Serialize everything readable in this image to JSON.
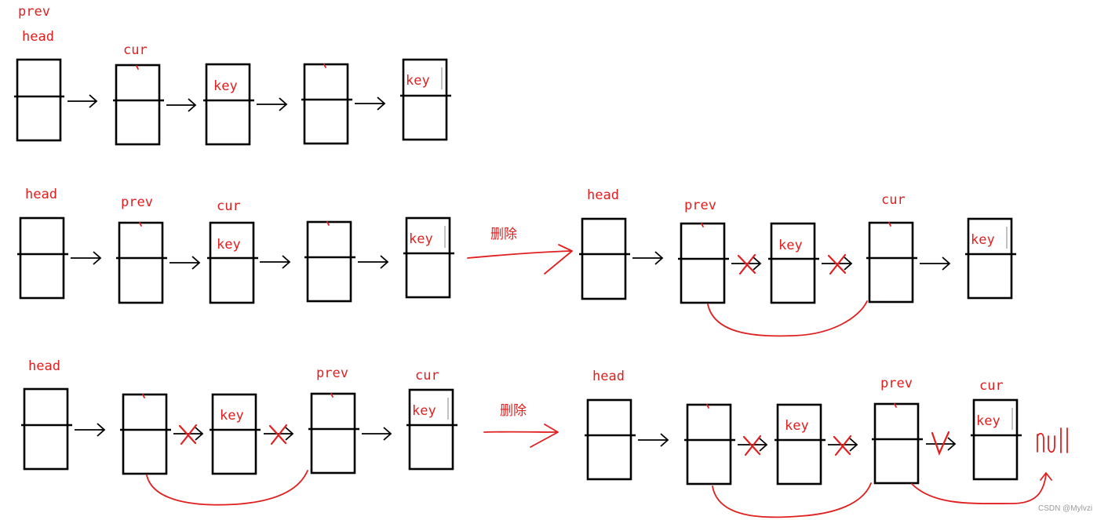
{
  "labels": {
    "head": "head",
    "prev": "prev",
    "cur": "cur",
    "key": "key",
    "delete": "删除",
    "null_text": "null"
  },
  "watermark": "CSDN @Mylvzi",
  "colors": {
    "annotation": "#e02020",
    "node": "#000000",
    "watermark": "#9a9a9a"
  }
}
